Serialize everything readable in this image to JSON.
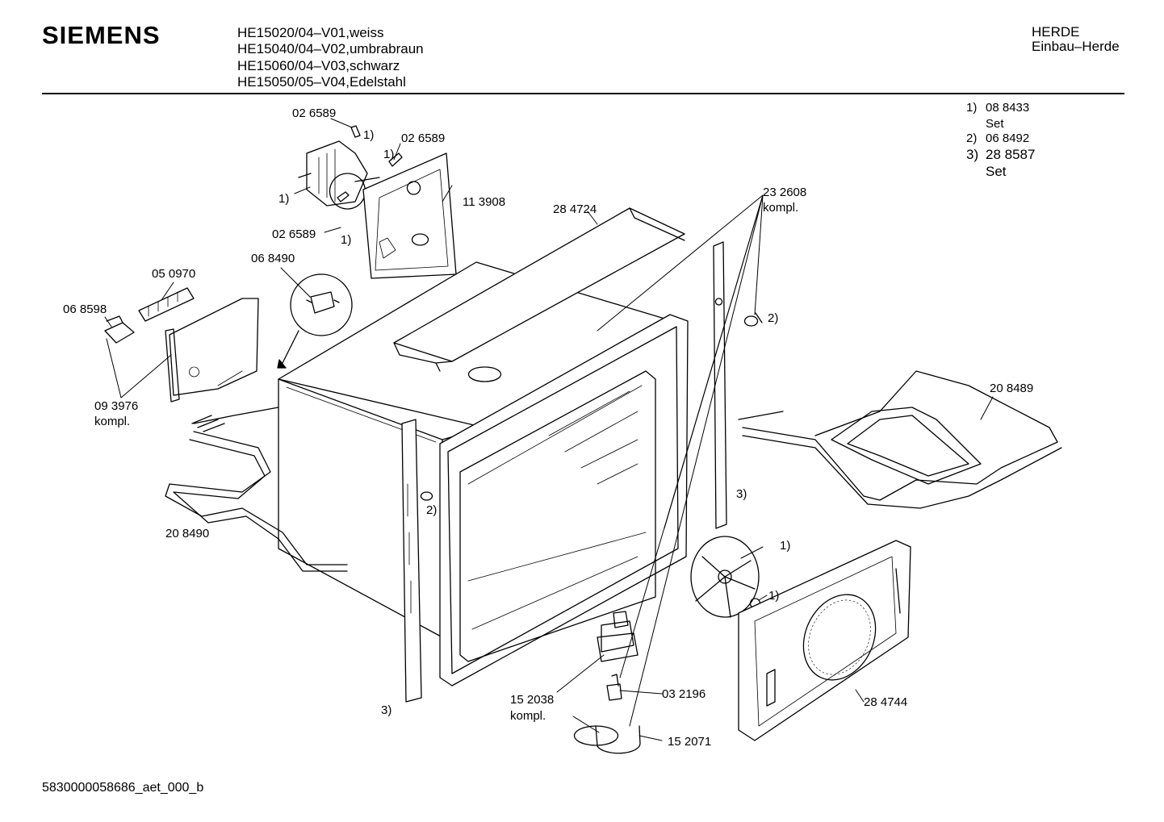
{
  "header": {
    "brand": "SIEMENS",
    "models": [
      "HE15020/04–V01,weiss",
      "HE15040/04–V02,umbrabraun",
      "HE15060/04–V03,schwarz",
      "HE15050/05–V04,Edelstahl"
    ],
    "category": "HERDE",
    "subcategory": "Einbau–Herde"
  },
  "notes": [
    {
      "num": "1)",
      "code": "08 8433",
      "sub": "Set"
    },
    {
      "num": "2)",
      "code": "06 8492",
      "sub": ""
    },
    {
      "num": "3)",
      "code": "28 8587",
      "sub": "Set"
    }
  ],
  "labels": {
    "fan_clip_top": "02 6589",
    "fan_clip_top_ref": "1)",
    "fan_clip_right": "02 6589",
    "fan_clip_right_ref": "1)",
    "fan_motor_ref": "1)",
    "fan_clip_bottom": "02 6589",
    "fan_clip_bottom_ref": "1)",
    "rear_plate": "11 3908",
    "top_cover": "28 4724",
    "door_seal": "23 2608",
    "door_seal_sub": "kompl.",
    "roller_right_ref": "2)",
    "thermostat": "06 8490",
    "connector_block": "05 0970",
    "connector_plug": "06 8598",
    "bracket_set": "09 3976",
    "bracket_set_sub": "kompl.",
    "grill_heater": "20 8489",
    "side_rail_right_ref": "3)",
    "roller_left_ref": "2)",
    "bottom_heater": "20 8490",
    "side_rail_left_ref": "3)",
    "fan_wheel_ref": "1)",
    "fan_nut_ref": "1)",
    "lamp_socket": "15 2038",
    "lamp_socket_sub": "kompl.",
    "bulb": "03 2196",
    "lamp_cover": "15 2071",
    "fan_cover": "28 4744"
  },
  "footer": {
    "doc_id": "5830000058686_aet_000_b"
  }
}
